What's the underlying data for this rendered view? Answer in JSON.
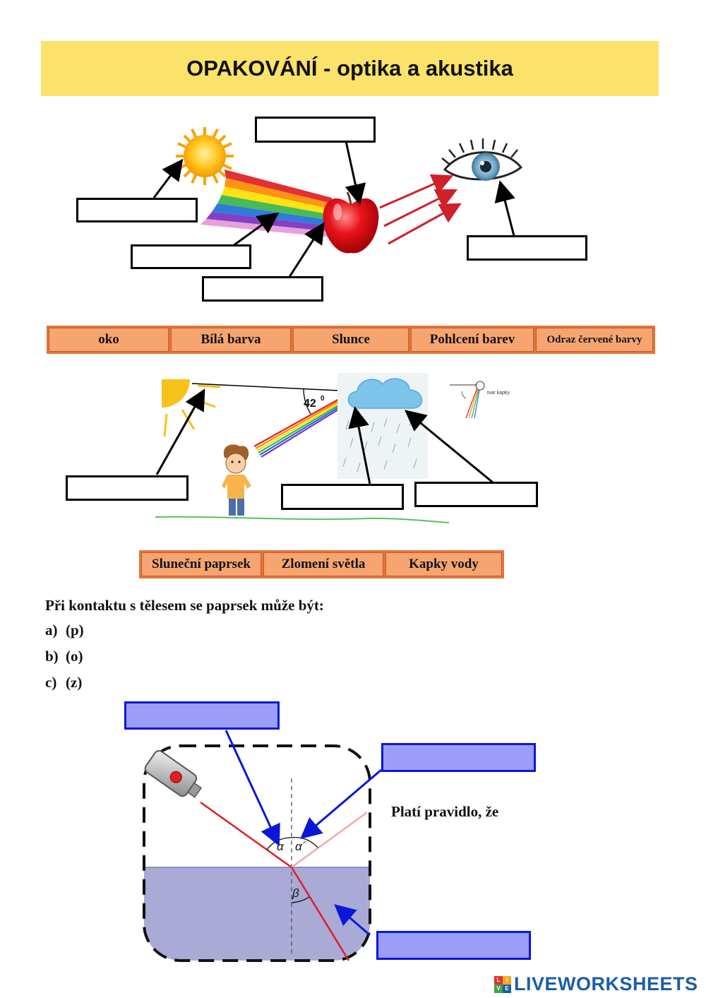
{
  "title": "OPAKOVÁNÍ - optika a akustika",
  "word_bank_1": [
    "oko",
    "Bílá barva",
    "Slunce",
    "Pohlcení barev",
    "Odraz červené barvy"
  ],
  "rainbow": {
    "angle_label": "42",
    "angle_unit": "0",
    "drop_note": "tvar kapky"
  },
  "word_bank_2": [
    "Sluneční paprsek",
    "Zlomení světla",
    "Kapky vody"
  ],
  "question": {
    "prompt": "Při kontaktu s tělesem se paprsek může být:",
    "options": [
      {
        "letter": "a)",
        "hint": "(p)"
      },
      {
        "letter": "b)",
        "hint": "(o)"
      },
      {
        "letter": "c)",
        "hint": "(z)"
      }
    ]
  },
  "refraction": {
    "rule_text": "Platí pravidlo, že",
    "alpha": "α",
    "alpha_prime": "α´",
    "beta": "β"
  },
  "brand": {
    "logo_letters": [
      "L",
      "I",
      "V",
      "E"
    ],
    "name": "LIVEWORKSHEETS"
  },
  "colors": {
    "title_bg": "#fbe26a",
    "word_bank_bg": "#f6a571",
    "blue_box": "#9b9df8",
    "water": "#a9aad6",
    "brand": "#1a5fa6"
  }
}
